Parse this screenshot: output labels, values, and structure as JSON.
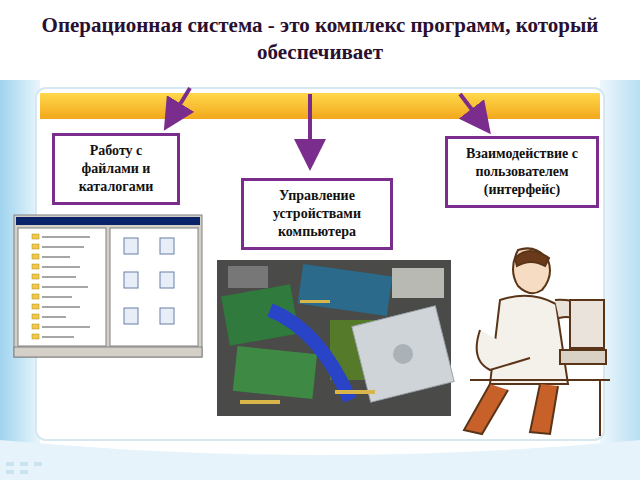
{
  "diagram": {
    "title": "Операционная система - это комплекс программ, который обеспечивает",
    "nodes": [
      {
        "text": [
          "Работу с файлами и каталогами"
        ]
      },
      {
        "text": [
          "Управление устройствами компьютера"
        ]
      },
      {
        "text": [
          "Взаимодействие с пользователем (интерфейс)"
        ]
      }
    ]
  }
}
